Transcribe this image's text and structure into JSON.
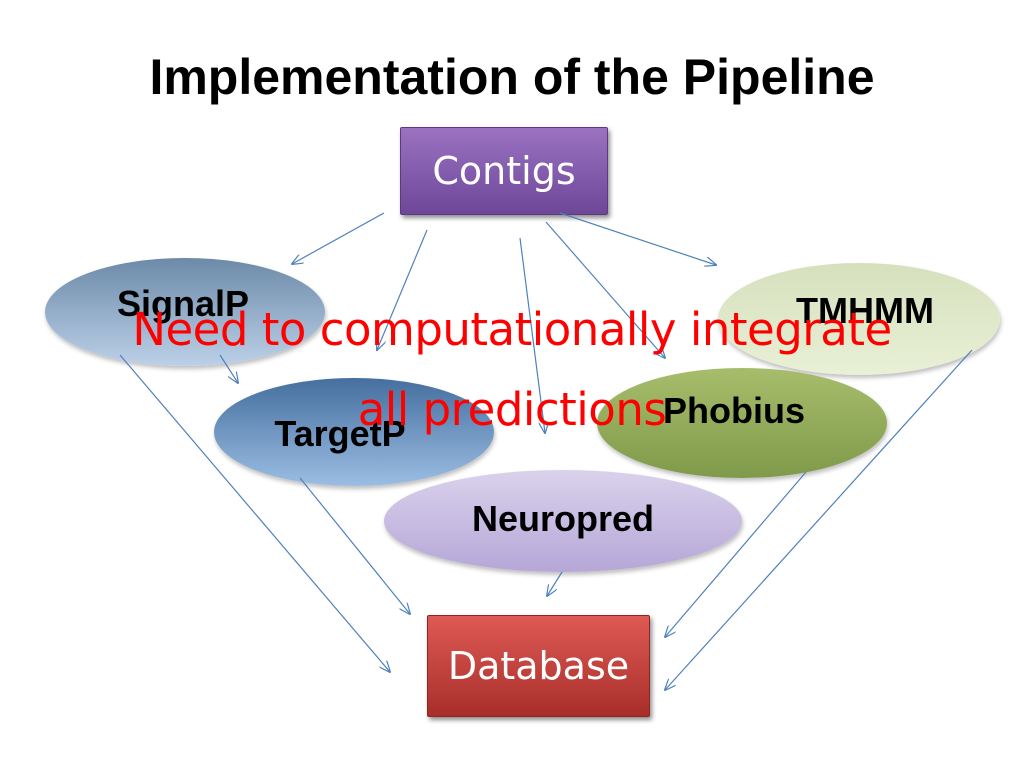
{
  "title": "Implementation of the Pipeline",
  "nodes": {
    "contigs": "Contigs",
    "signalp": "SignalP",
    "targetp": "TargetP",
    "neuropred": "Neuropred",
    "phobius": "Phobius",
    "tmhmm": "TMHMM",
    "database": "Database"
  },
  "overlay": {
    "line1": "Need to computationally integrate",
    "line2": "all predictions"
  },
  "colors": {
    "contigs_box": "#7f56ad",
    "database_box": "#c0403b",
    "overlay_text": "#ff0000",
    "arrow": "#4f81bd"
  }
}
